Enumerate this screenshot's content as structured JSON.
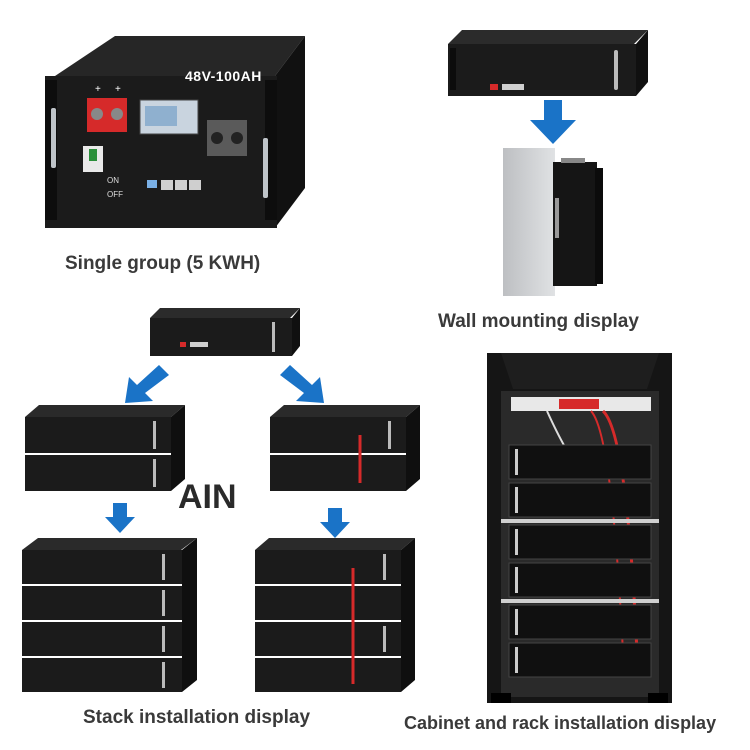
{
  "captions": {
    "single": "Single group (5 KWH)",
    "wall": "Wall mounting display",
    "stack": "Stack installation display",
    "cabinet": "Cabinet and rack installation display"
  },
  "battery": {
    "model_label": "48V-100AH",
    "switch_on": "ON",
    "switch_off": "OFF",
    "plus": "+"
  },
  "watermark": "AIN",
  "colors": {
    "arrow": "#1a73c7",
    "battery_body": "#1b1b1b",
    "terminal_red": "#d62a2a",
    "caption": "#3a3a3a"
  }
}
